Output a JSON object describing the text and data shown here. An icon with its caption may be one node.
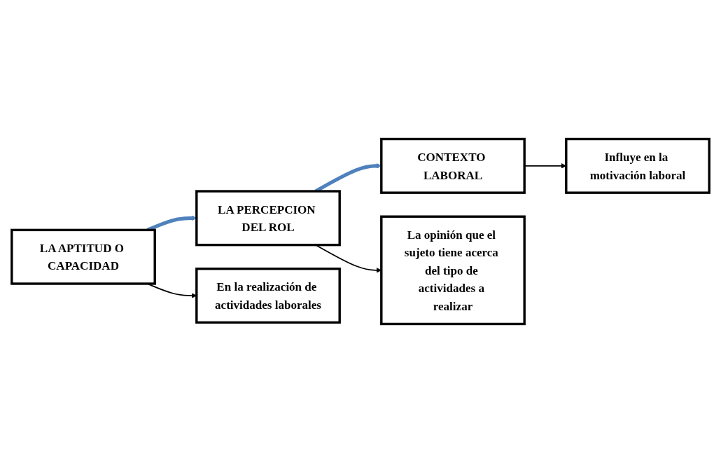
{
  "diagram": {
    "nodes": [
      {
        "text": [
          "LA APTITUD O CAPACIDAD"
        ]
      },
      {
        "text": [
          "LA PERCEPCION DEL ROL"
        ]
      },
      {
        "text": [
          "CONTEXTO LABORAL"
        ]
      },
      {
        "text": [
          "En la realización de actividades laborales"
        ]
      },
      {
        "text": [
          "Influye en la motivación laboral"
        ]
      },
      {
        "text": [
          "La opinión que el sujeto tiene acerca del tipo de actividades a realizar"
        ]
      }
    ],
    "edges": [
      {
        "from": 0,
        "to": 1,
        "arrow": "to",
        "style": "thick",
        "color": "#4f81bd"
      },
      {
        "from": 1,
        "to": 2,
        "arrow": "to",
        "style": "thick",
        "color": "#4f81bd"
      },
      {
        "from": 0,
        "to": 3,
        "arrow": "to"
      },
      {
        "from": 1,
        "to": 5,
        "arrow": "to"
      },
      {
        "from": 2,
        "to": 4,
        "arrow": "to"
      }
    ]
  }
}
